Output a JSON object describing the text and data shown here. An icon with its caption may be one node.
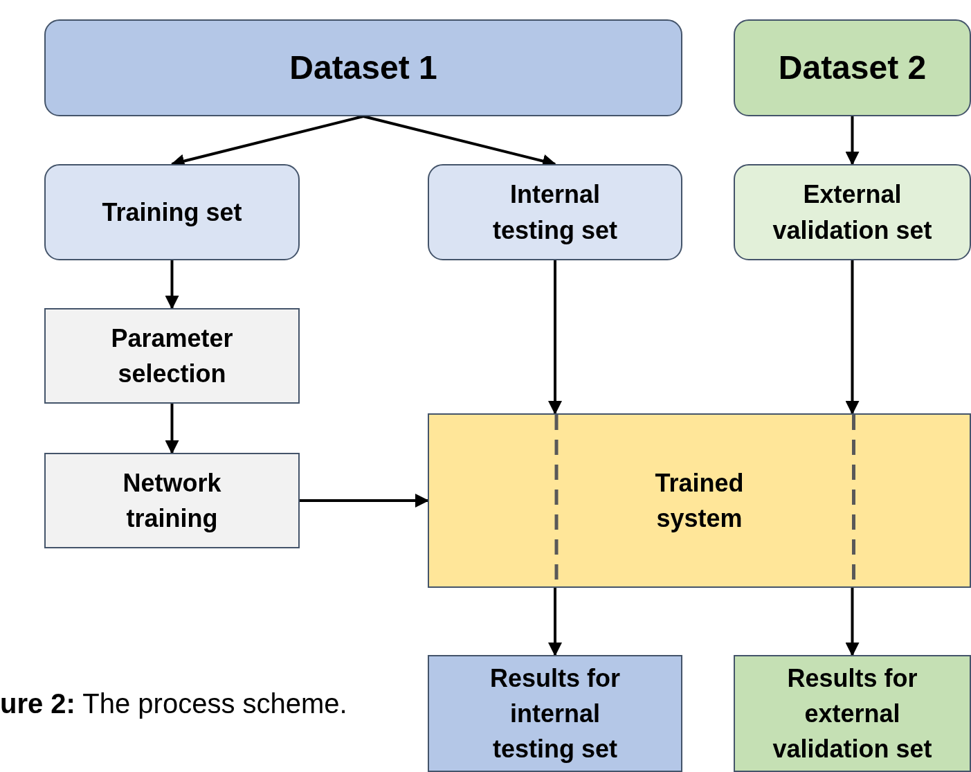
{
  "diagram": {
    "caption": "**ure 2:** The process scheme.",
    "nodes": [
      {
        "text": [
          "Dataset 1"
        ]
      },
      {
        "text": [
          "Dataset 2"
        ]
      },
      {
        "text": [
          "Training set"
        ]
      },
      {
        "text": [
          "Internal testing set"
        ]
      },
      {
        "text": [
          "External validation set"
        ]
      },
      {
        "text": [
          "Parameter selection"
        ]
      },
      {
        "text": [
          "Network training"
        ]
      },
      {
        "text": [
          "Trained system"
        ]
      },
      {
        "text": [
          "Results for internal testing set"
        ]
      },
      {
        "text": [
          "Results for external validation set"
        ]
      }
    ],
    "edges": [
      {
        "from": 0,
        "to": 2,
        "arrow": "to"
      },
      {
        "from": 0,
        "to": 3,
        "arrow": "to"
      },
      {
        "from": 1,
        "to": 4,
        "arrow": "to"
      },
      {
        "from": 2,
        "to": 5,
        "arrow": "to"
      },
      {
        "from": 5,
        "to": 6,
        "arrow": "to"
      },
      {
        "from": 6,
        "to": 7,
        "arrow": "to"
      },
      {
        "from": 3,
        "to": 7,
        "arrow": "to"
      },
      {
        "from": 4,
        "to": 7,
        "arrow": "to"
      },
      {
        "from": 7,
        "to": 8,
        "arrow": "to"
      },
      {
        "from": 7,
        "to": 9,
        "arrow": "to"
      }
    ]
  }
}
